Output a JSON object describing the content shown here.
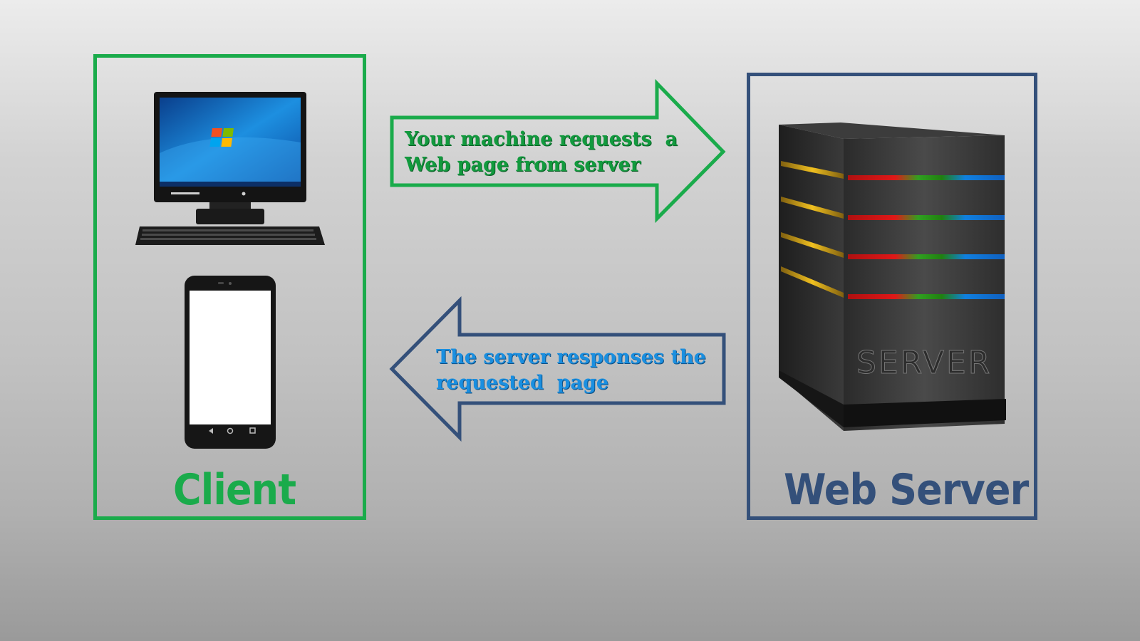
{
  "client": {
    "label": "Client",
    "devices": [
      "desktop-computer-icon",
      "smartphone-icon"
    ],
    "color": "#1aab4b"
  },
  "server": {
    "label": "Web Server",
    "device_label": "SERVER",
    "device": "server-tower-icon",
    "color": "#34507a"
  },
  "request_arrow": {
    "text": "Your machine requests  a\nWeb page from server",
    "direction": "right",
    "color": "#1aab4b"
  },
  "response_arrow": {
    "text": "The server responses the\nrequested  page",
    "direction": "left",
    "color": "#34507a",
    "text_color": "#1a8fe0"
  }
}
